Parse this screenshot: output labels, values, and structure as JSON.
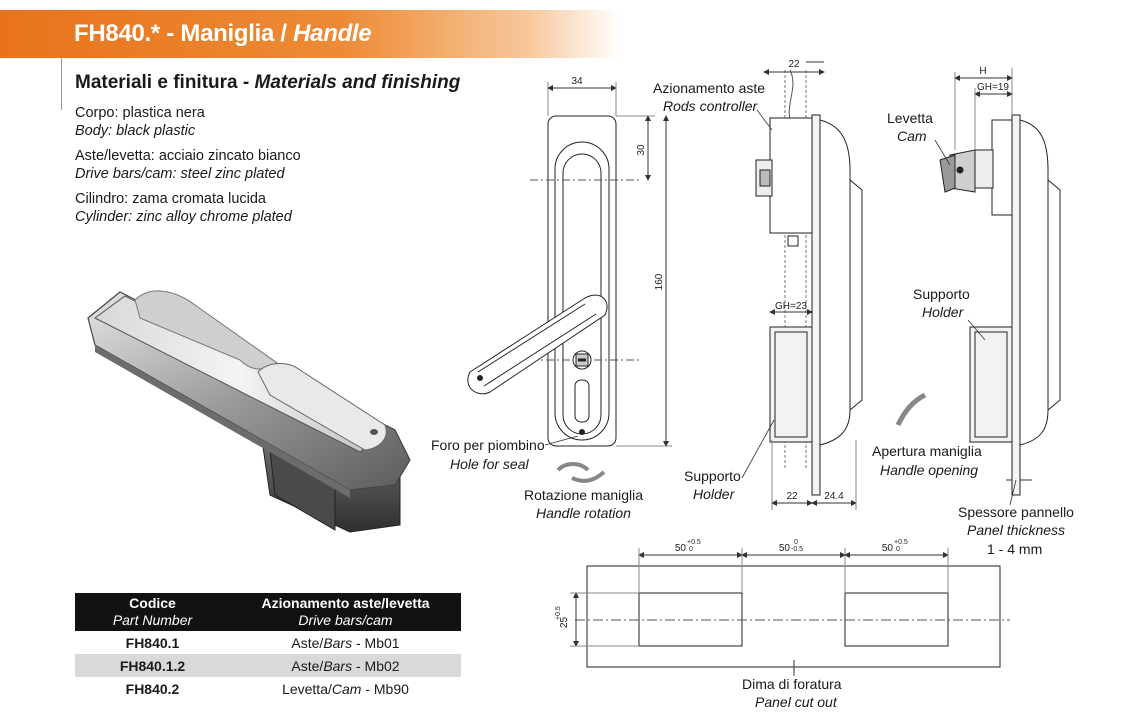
{
  "header": {
    "code": "FH840.*",
    "title_it": "Maniglia",
    "title_en": "Handle"
  },
  "materials": {
    "title_it": "Materiali e finitura",
    "title_en": "Materials and finishing",
    "lines": [
      {
        "it": "Corpo: plastica nera",
        "en": "Body: black plastic"
      },
      {
        "it": "Aste/levetta: acciaio zincato bianco",
        "en": "Drive bars/cam: steel zinc plated"
      },
      {
        "it": "Cilindro: zama cromata lucida",
        "en": "Cylinder: zinc alloy chrome plated"
      }
    ]
  },
  "labels": {
    "rods_it": "Azionamento aste",
    "rods_en": "Rods controller",
    "cam_it": "Levetta",
    "cam_en": "Cam",
    "holder_it": "Supporto",
    "holder_en": "Holder",
    "seal_it": "Foro per piombino",
    "seal_en": "Hole for seal",
    "rotation_it": "Rotazione maniglia",
    "rotation_en": "Handle rotation",
    "opening_it": "Apertura maniglia",
    "opening_en": "Handle opening",
    "panel_it": "Spessore pannello",
    "panel_en": "Panel thickness",
    "panel_range": "1 - 4 mm",
    "cutout_it": "Dima di foratura",
    "cutout_en": "Panel cut out"
  },
  "dimensions": {
    "width": "34",
    "top": "30",
    "height": "160",
    "depth": "22",
    "gh23": "GH=23",
    "bottom22": "22",
    "bottom24": "24.4",
    "h": "H",
    "gh19": "GH=19",
    "cut50": "50",
    "cut_tol_plus": "+0.5",
    "cut_tol_zero": "0",
    "cut_tol_minus": "-0.5",
    "cut25": "25"
  },
  "table": {
    "head1_it": "Codice",
    "head1_en": "Part Number",
    "head2_it": "Azionamento aste/levetta",
    "head2_en": "Drive bars/cam",
    "rows": [
      {
        "code": "FH840.1",
        "it": "Aste/",
        "en": "Bars",
        "suffix": " - Mb01"
      },
      {
        "code": "FH840.1.2",
        "it": "Aste/",
        "en": "Bars",
        "suffix": " - Mb02"
      },
      {
        "code": "FH840.2",
        "it": "Levetta/",
        "en": "Cam",
        "suffix": " - Mb90"
      }
    ]
  },
  "colors": {
    "accent": "#e8731c"
  }
}
